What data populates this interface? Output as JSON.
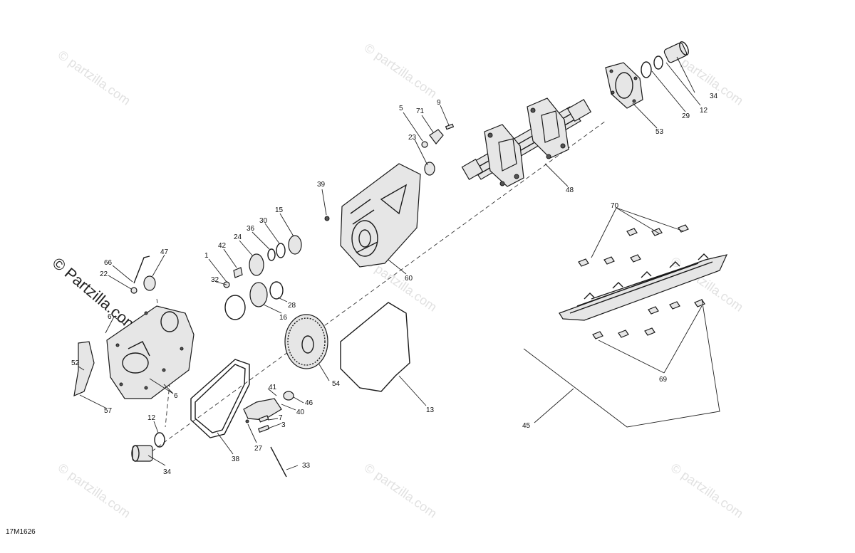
{
  "drawing_code": "17M1626",
  "watermark": "© Partzilla.com",
  "watermark_small": "© partzilla.com",
  "callouts": [
    "1",
    "3",
    "5",
    "6",
    "6",
    "6",
    "7",
    "9",
    "12",
    "12",
    "13",
    "15",
    "16",
    "22",
    "23",
    "24",
    "27",
    "28",
    "29",
    "30",
    "32",
    "33",
    "34",
    "34",
    "36",
    "38",
    "39",
    "40",
    "41",
    "42",
    "45",
    "46",
    "47",
    "48",
    "52",
    "53",
    "54",
    "57",
    "60",
    "66",
    "69",
    "70",
    "71"
  ]
}
